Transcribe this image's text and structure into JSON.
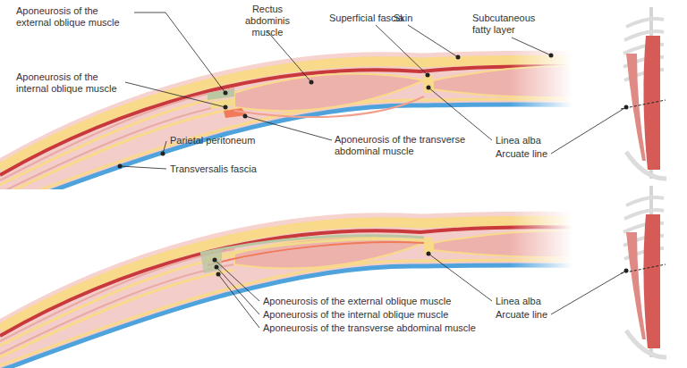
{
  "diagram": {
    "labels": [
      "Aponeurosis of the external oblique muscle",
      "Rectus abdominis muscle",
      "Superficial fascia",
      "Skin",
      "Subcutaneous fatty layer",
      "Aponeurosis of the internal oblique muscle",
      "Parietal peritoneum",
      "Aponeurosis of the transverse abdominal muscle",
      "Linea alba",
      "Arcuate line",
      "Transversalis fascia",
      "Aponeurosis of the external oblique muscle",
      "Aponeurosis of the internal oblique muscle",
      "Aponeurosis of the transverse abdominal muscle",
      "Linea alba",
      "Arcuate line"
    ]
  }
}
